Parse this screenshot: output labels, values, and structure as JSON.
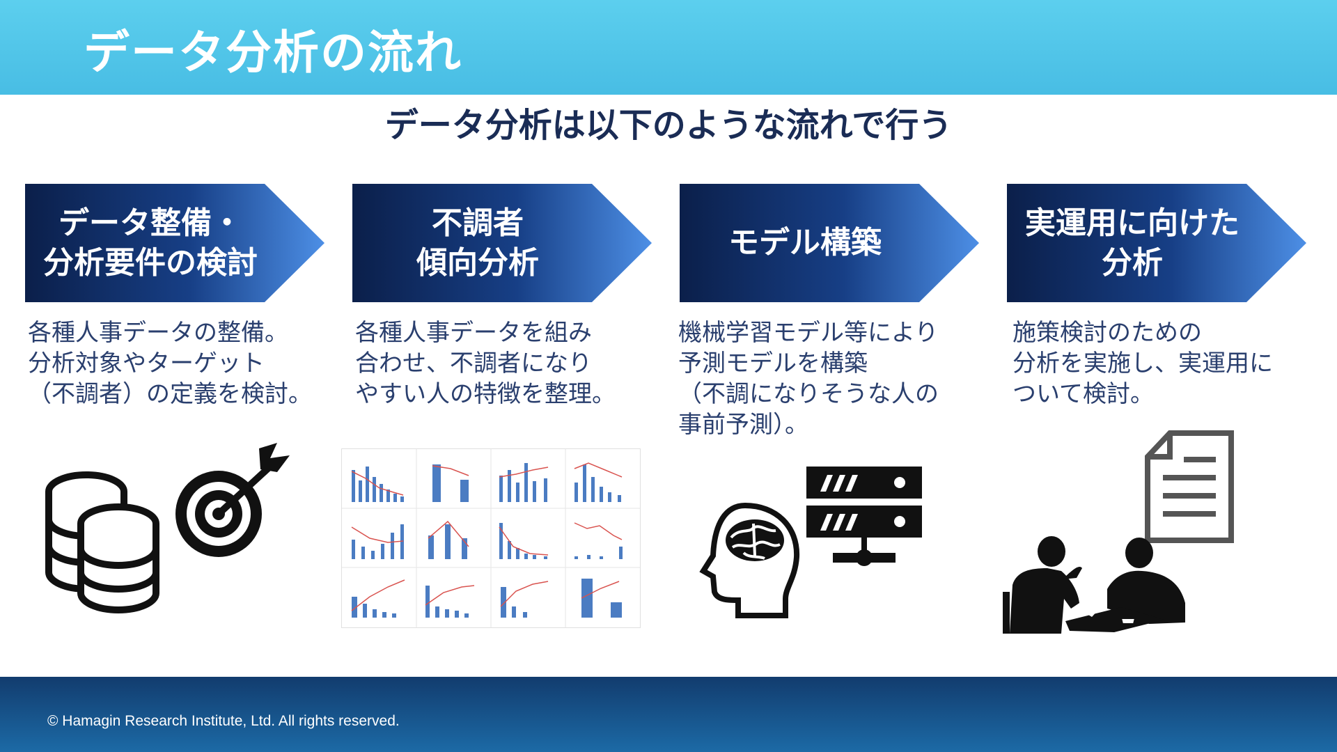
{
  "header": {
    "title": "データ分析の流れ"
  },
  "subtitle": "データ分析は以下のような流れで行う",
  "steps": [
    {
      "label_lines": [
        "データ整備・",
        "分析要件の検討"
      ],
      "desc_lines": [
        "各種人事データの整備。",
        "分析対象やターゲット",
        "（不調者）の定義を検討。"
      ]
    },
    {
      "label_lines": [
        "不調者",
        "傾向分析"
      ],
      "desc_lines": [
        "各種人事データを組み",
        "合わせ、不調者になり",
        "やすい人の特徴を整理。"
      ]
    },
    {
      "label_lines": [
        "モデル構築"
      ],
      "desc_lines": [
        "機械学習モデル等により",
        "予測モデルを構築",
        "（不調になりそうな人の",
        "事前予測）。"
      ]
    },
    {
      "label_lines": [
        "実運用に向けた",
        "分析"
      ],
      "desc_lines": [
        "施策検討のための",
        "分析を実施し、実運用に",
        "ついて検討。"
      ]
    }
  ],
  "icons": {
    "step1": [
      "database-icon",
      "target-icon"
    ],
    "step2": [
      "chart-grid-icon"
    ],
    "step3": [
      "brain-head-icon",
      "server-icon"
    ],
    "step4": [
      "document-icon",
      "meeting-people-icon"
    ]
  },
  "colors": {
    "header": "#5ccfee",
    "arrow_dark": "#0b1f4a",
    "arrow_light": "#4d8fe6",
    "footer": "#123c6e",
    "text": "#2a3f6e"
  },
  "footer": {
    "copyright": "© Hamagin Research Institute, Ltd.  All rights reserved."
  }
}
